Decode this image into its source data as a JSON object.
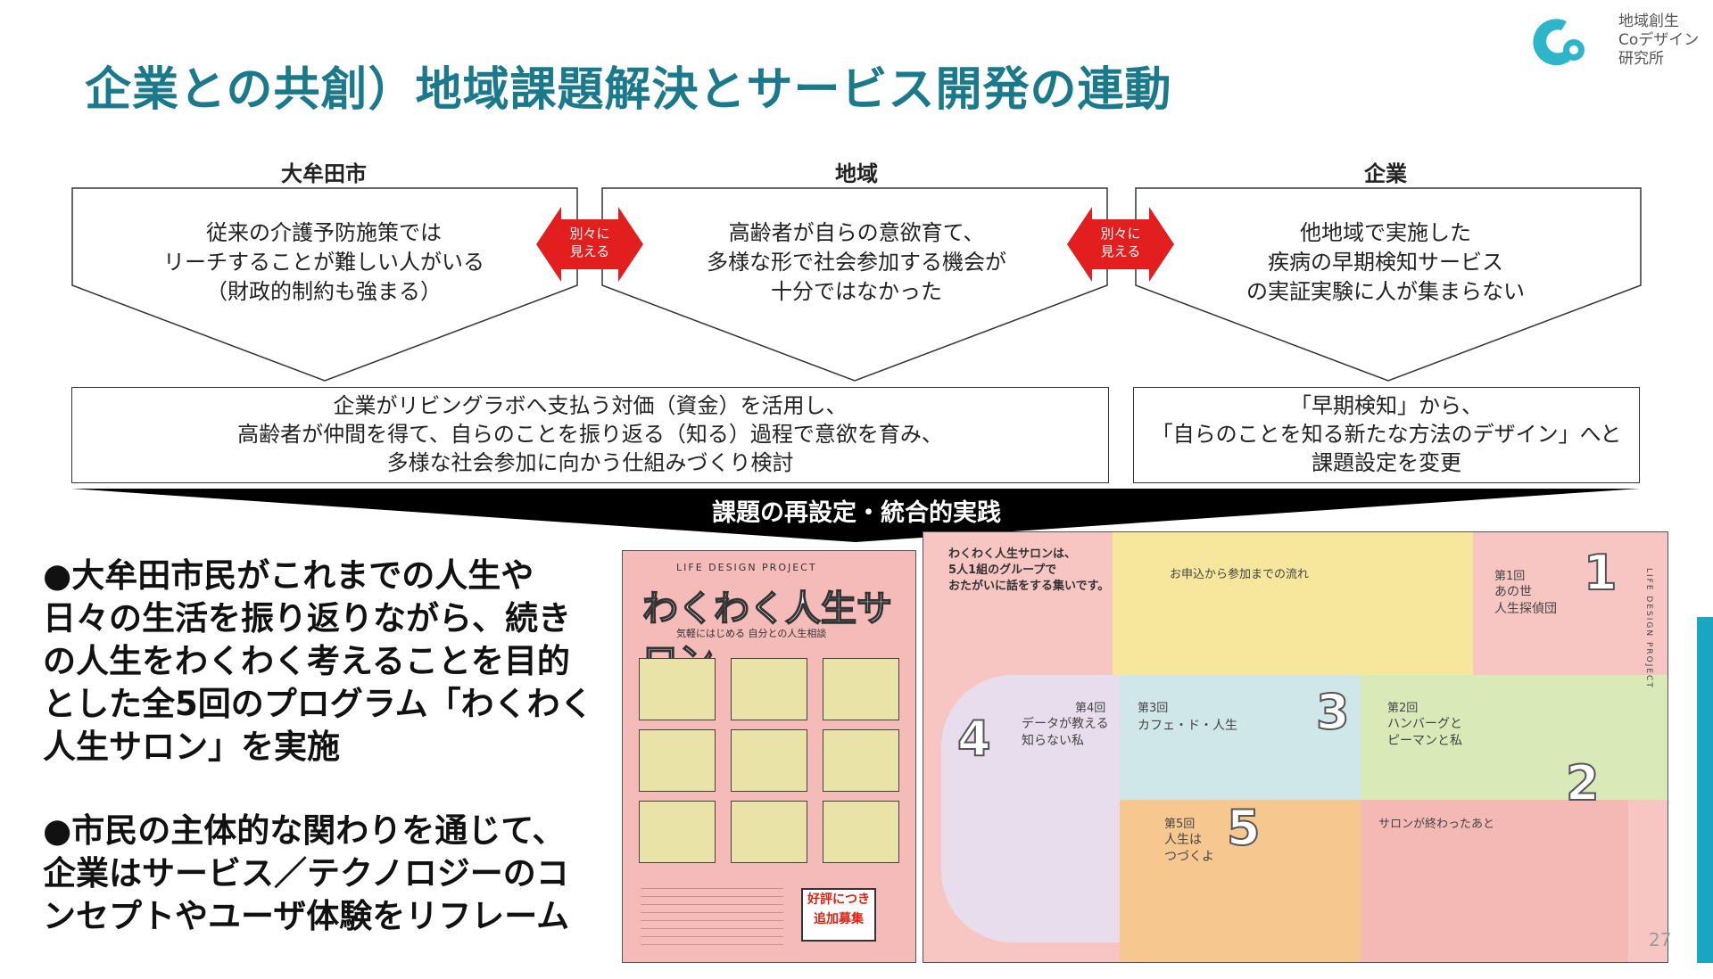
{
  "title": "企業との共創）地域課題解決とサービス開発の連動",
  "logo": {
    "lines": [
      "地域創生",
      "Coデザイン",
      "研究所"
    ]
  },
  "columns": [
    {
      "heading": "大牟田市",
      "lines": [
        "従来の介護予防施策では",
        "リーチすることが難しい人がいる",
        "（財政的制約も強まる）"
      ]
    },
    {
      "heading": "地域",
      "lines": [
        "高齢者が自らの意欲育て、",
        "多様な形で社会参加する機会が",
        "十分ではなかった"
      ]
    },
    {
      "heading": "企業",
      "lines": [
        "他地域で実施した",
        "疾病の早期検知サービス",
        "の実証実験に人が集まらない"
      ]
    }
  ],
  "arrows": [
    {
      "lines": [
        "別々に",
        "見える"
      ]
    },
    {
      "lines": [
        "別々に",
        "見える"
      ]
    }
  ],
  "boxes": [
    {
      "lines": [
        "企業がリビングラボへ支払う対価（資金）を活用し、",
        "高齢者が仲間を得て、自らのことを振り返る（知る）過程で意欲を育み、",
        "多様な社会参加に向かう仕組みづくり検討"
      ]
    },
    {
      "lines": [
        "「早期検知」から、",
        "「自らのことを知る新たな方法のデザイン」へと",
        "課題設定を変更"
      ]
    }
  ],
  "banner": "課題の再設定・統合的実践",
  "bullets": [
    "●大牟田市民がこれまでの人生や日々の生活を振り返りながら、続きの人生をわくわく考えることを目的とした全5回のプログラム「わくわく人生サロン」を実施",
    "●市民の主体的な関わりを通じて、企業はサービス／テクノロジーのコンセプトやユーザ体験をリフレーム"
  ],
  "brochure": {
    "project": "LIFE DESIGN PROJECT",
    "title": "わくわく人生サロン",
    "subtitle": "気軽にはじめる 自分との人生相談",
    "badge": [
      "好評につき",
      "追加募集"
    ]
  },
  "spread": {
    "intro": [
      "わくわく人生サロンは、",
      "5人1組のグループで",
      "おたがいに話をする集いです。"
    ],
    "flow_heading": "お申込から参加までの流れ",
    "sessions": [
      {
        "num": "1",
        "label": "第1回",
        "title": [
          "あの世",
          "人生探偵団"
        ]
      },
      {
        "num": "2",
        "label": "第2回",
        "title": [
          "ハンバーグと",
          "ピーマンと私"
        ]
      },
      {
        "num": "3",
        "label": "第3回",
        "title": [
          "カフェ・ド・人生"
        ]
      },
      {
        "num": "4",
        "label": "第4回",
        "title": [
          "データが教える",
          "知らない私"
        ]
      },
      {
        "num": "5",
        "label": "第5回",
        "title": [
          "人生は",
          "つづくよ"
        ]
      }
    ],
    "after_heading": "サロンが終わったあと",
    "side_label": "LIFE DESIGN PROJECT"
  },
  "page_number": "27",
  "colors": {
    "title": "#1a7a8c",
    "arrow": "#e31e1e",
    "accent_bar": "#1aa6c2",
    "banner": "#000000"
  }
}
